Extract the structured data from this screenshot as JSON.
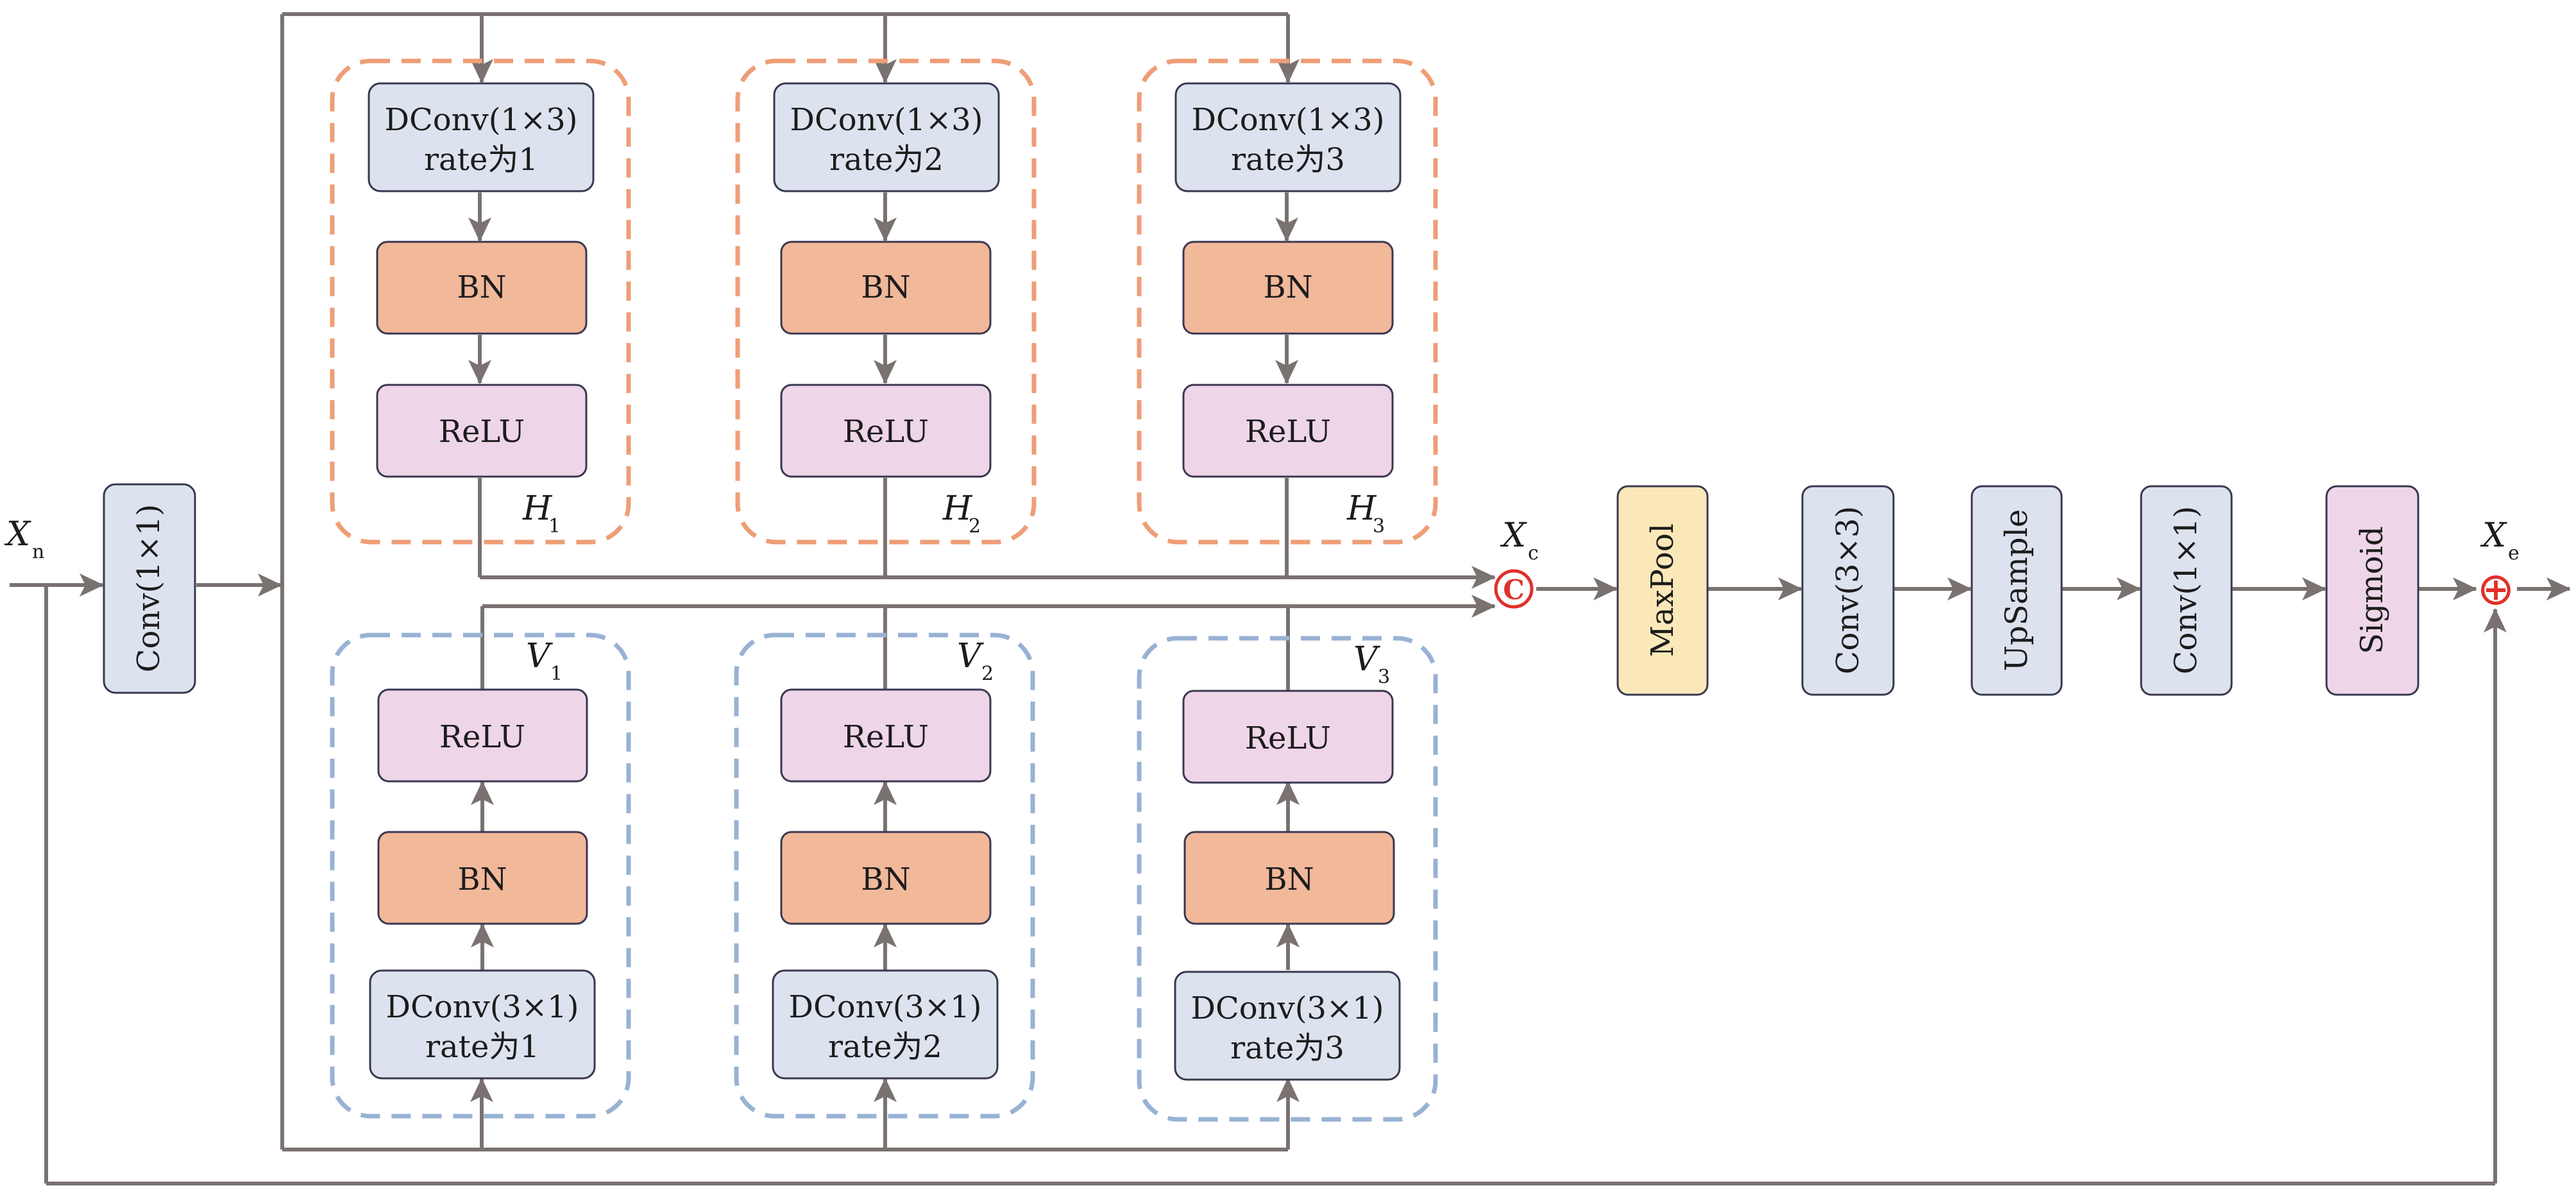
{
  "colors": {
    "conv_fill": "#dce3ee",
    "bn_fill": "#f2b89a",
    "relu_fill": "#efd5e8",
    "maxpool_fill": "#fbe8b8",
    "sigmoid_fill": "#efd5e8",
    "h_border": "#ee9e76",
    "v_border": "#98b2d4",
    "line": "#7a7270",
    "op_symbol": "#e0302a"
  },
  "input": {
    "label": "X",
    "sub": "n"
  },
  "concat_label": {
    "label": "X",
    "sub": "c"
  },
  "output": {
    "label": "X",
    "sub": "e"
  },
  "concat_symbol": "C",
  "add_symbol": "⊕",
  "conv_in": "Conv(1×1)",
  "h_branches": [
    {
      "name": "H",
      "sub": "1",
      "dconv": "DConv(1×3)",
      "rate": "rate为1",
      "bn": "BN",
      "relu": "ReLU"
    },
    {
      "name": "H",
      "sub": "2",
      "dconv": "DConv(1×3)",
      "rate": "rate为2",
      "bn": "BN",
      "relu": "ReLU"
    },
    {
      "name": "H",
      "sub": "3",
      "dconv": "DConv(1×3)",
      "rate": "rate为3",
      "bn": "BN",
      "relu": "ReLU"
    }
  ],
  "v_branches": [
    {
      "name": "V",
      "sub": "1",
      "dconv": "DConv(3×1)",
      "rate": "rate为1",
      "bn": "BN",
      "relu": "ReLU"
    },
    {
      "name": "V",
      "sub": "2",
      "dconv": "DConv(3×1)",
      "rate": "rate为2",
      "bn": "BN",
      "relu": "ReLU"
    },
    {
      "name": "V",
      "sub": "3",
      "dconv": "DConv(3×1)",
      "rate": "rate为3",
      "bn": "BN",
      "relu": "ReLU"
    }
  ],
  "pipeline": [
    "MaxPool",
    "Conv(3×3)",
    "UpSample",
    "Conv(1×1)",
    "Sigmoid"
  ]
}
